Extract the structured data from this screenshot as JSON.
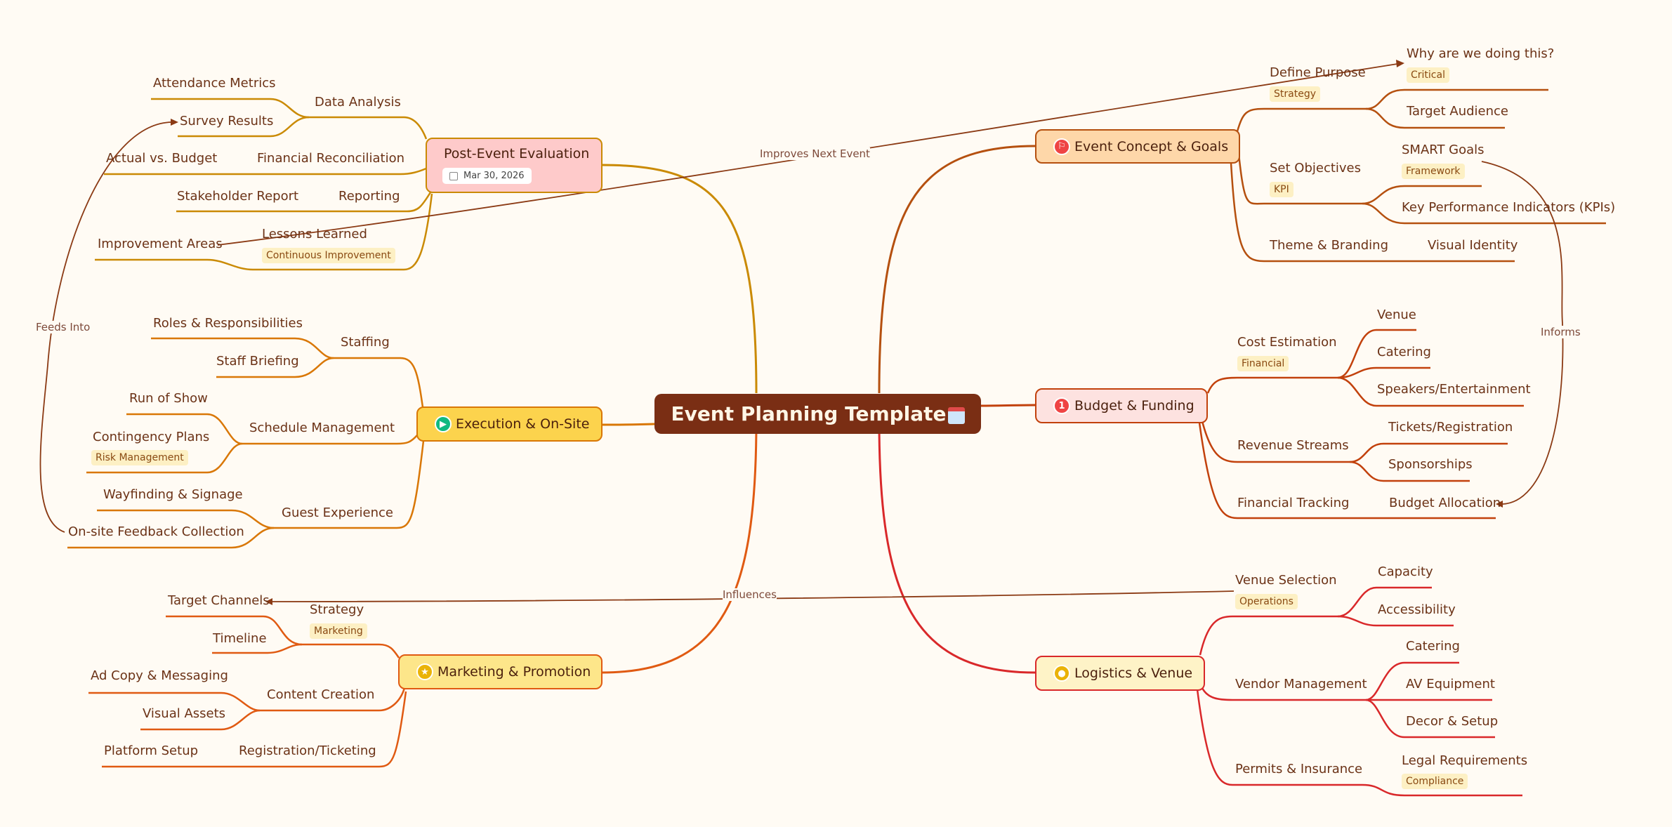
{
  "root": {
    "title": "Event Planning Template",
    "icon": "calendar-icon"
  },
  "branches": {
    "concept": {
      "label": "Event Concept & Goals",
      "icon": "flag-icon",
      "color": "#b5500f",
      "fill": "#fed7a9"
    },
    "budget": {
      "label": "Budget & Funding",
      "icon": "number-1-icon",
      "priority": "1",
      "color": "#c2410c",
      "fill": "#fde2e0"
    },
    "logistics": {
      "label": "Logistics & Venue",
      "icon": "person-icon",
      "color": "#d9282a",
      "fill": "#fef3c7"
    },
    "marketing": {
      "label": "Marketing & Promotion",
      "icon": "star-icon",
      "color": "#e05a12",
      "fill": "#fde68a"
    },
    "execution": {
      "label": "Execution & On-Site",
      "icon": "play-icon",
      "color": "#d97706",
      "fill": "#fcd34d"
    },
    "post": {
      "label": "Post-Event Evaluation",
      "date": "Mar 30, 2026",
      "color": "#ca8a04",
      "fill": "#fecaca"
    }
  },
  "concept": {
    "define_purpose": {
      "label": "Define Purpose",
      "tag": "Strategy"
    },
    "why": {
      "label": "Why are we doing this?",
      "tag": "Critical"
    },
    "target_audience": "Target Audience",
    "set_objectives": {
      "label": "Set Objectives",
      "tag": "KPI"
    },
    "smart_goals": {
      "label": "SMART Goals",
      "tag": "Framework"
    },
    "kpis": "Key Performance Indicators (KPIs)",
    "theme": "Theme & Branding",
    "visual_identity": "Visual Identity"
  },
  "budget": {
    "cost_estimation": {
      "label": "Cost Estimation",
      "tag": "Financial"
    },
    "venue": "Venue",
    "catering": "Catering",
    "speakers": "Speakers/Entertainment",
    "revenue_streams": "Revenue Streams",
    "tickets": "Tickets/Registration",
    "sponsorships": "Sponsorships",
    "financial_tracking": "Financial Tracking",
    "budget_allocation": "Budget Allocation"
  },
  "logistics": {
    "venue_selection": {
      "label": "Venue Selection",
      "tag": "Operations"
    },
    "capacity": "Capacity",
    "accessibility": "Accessibility",
    "vendor_management": "Vendor Management",
    "catering": "Catering",
    "av_equipment": "AV Equipment",
    "decor": "Decor & Setup",
    "permits": "Permits & Insurance",
    "legal": {
      "label": "Legal Requirements",
      "tag": "Compliance"
    }
  },
  "marketing": {
    "strategy": {
      "label": "Strategy",
      "tag": "Marketing"
    },
    "target_channels": "Target Channels",
    "timeline": "Timeline",
    "content_creation": "Content Creation",
    "ad_copy": "Ad Copy & Messaging",
    "visual_assets": "Visual Assets",
    "registration": "Registration/Ticketing",
    "platform_setup": "Platform Setup"
  },
  "execution": {
    "staffing": "Staffing",
    "roles": "Roles & Responsibilities",
    "briefing": "Staff Briefing",
    "schedule": "Schedule Management",
    "run_of_show": "Run of Show",
    "contingency": {
      "label": "Contingency Plans",
      "tag": "Risk Management"
    },
    "guest_experience": "Guest Experience",
    "wayfinding": "Wayfinding & Signage",
    "feedback": "On-site Feedback Collection"
  },
  "post": {
    "data_analysis": "Data Analysis",
    "attendance": "Attendance Metrics",
    "survey": "Survey Results",
    "financial_recon": "Financial Reconciliation",
    "actual_vs_budget": "Actual vs. Budget",
    "reporting": "Reporting",
    "stakeholder": "Stakeholder Report",
    "lessons": {
      "label": "Lessons Learned",
      "tag": "Continuous Improvement"
    },
    "improvement_areas": "Improvement Areas"
  },
  "relations": {
    "improves": "Improves Next Event",
    "informs": "Informs",
    "influences": "Influences",
    "feeds_into": "Feeds Into"
  }
}
